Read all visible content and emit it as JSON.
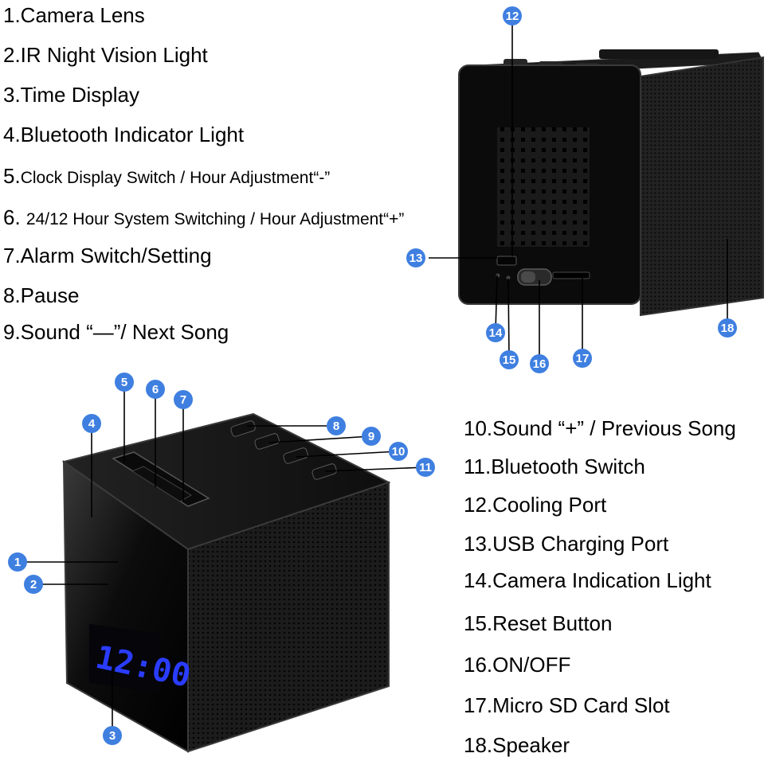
{
  "legend_left": [
    "1.Camera Lens",
    "2.IR Night Vision Light",
    "3.Time Display",
    "4.Bluetooth Indicator Light",
    {
      "num": "5.",
      "text": "Clock Display Switch / Hour Adjustment“-”"
    },
    {
      "num": "6. ",
      "text": "24/12 Hour System Switching / Hour Adjustment“+”"
    },
    "7.Alarm Switch/Setting",
    "8.Pause",
    "9.Sound “—”/ Next Song"
  ],
  "legend_right": [
    "10.Sound “+” / Previous Song",
    "11.Bluetooth Switch",
    "12.Cooling Port",
    "13.USB Charging Port",
    "14.Camera Indication Light",
    "15.Reset Button",
    "16.ON/OFF",
    "17.Micro SD Card Slot",
    "18.Speaker"
  ],
  "badges": [
    "1",
    "2",
    "3",
    "4",
    "5",
    "6",
    "7",
    "8",
    "9",
    "10",
    "11",
    "12",
    "13",
    "14",
    "15",
    "16",
    "17",
    "18"
  ],
  "clock_display": "12:00",
  "colors": {
    "badge": "#3f7fe0",
    "device_body": "#141414",
    "display_digits": "#2a3cff"
  }
}
